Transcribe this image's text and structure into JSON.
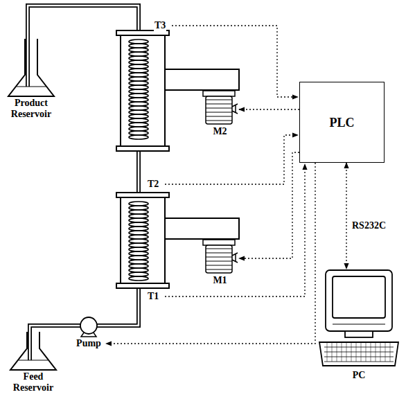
{
  "diagram": {
    "nodes": [
      {
        "text": [
          "Product Reservoir"
        ]
      },
      {
        "text": [
          "M2"
        ]
      },
      {
        "text": [
          "M1"
        ]
      },
      {
        "text": [
          "Feed Reservoir"
        ]
      },
      {
        "text": [
          "Pump"
        ]
      },
      {
        "text": [
          "PLC"
        ]
      },
      {
        "text": [
          "PC"
        ]
      }
    ],
    "edges": [
      {
        "from": 5,
        "to": 1,
        "arrow": "to"
      },
      {
        "from": 5,
        "to": 2,
        "arrow": "to"
      },
      {
        "from": 5,
        "to": 4,
        "arrow": "to"
      },
      {
        "from": 5,
        "to": 6,
        "label": "RS232C",
        "arrow": "both"
      }
    ],
    "labels": [
      "T3",
      "T2",
      "T1"
    ]
  }
}
